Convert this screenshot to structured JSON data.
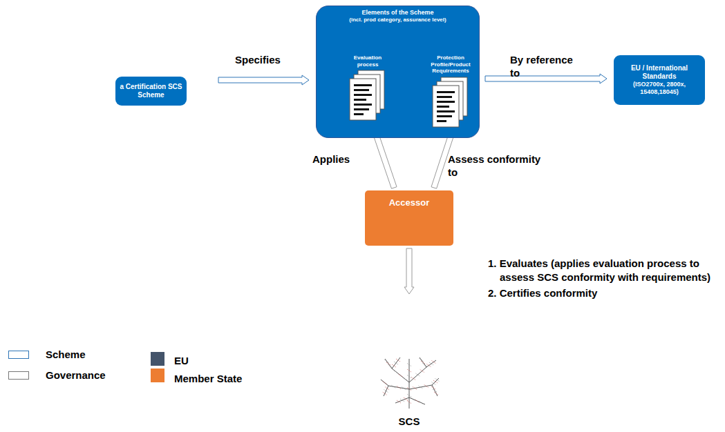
{
  "diagram": {
    "nodes": [
      {
        "text": [
          "a Certification SCS Scheme"
        ]
      },
      {
        "text": [
          "Elements of the Scheme",
          "(incl. prod category, assurance level)"
        ]
      },
      {
        "text": [
          "Evaluation process"
        ],
        "in": 1
      },
      {
        "text": [
          "Protection Profile/Product Requirements"
        ],
        "in": 1
      },
      {
        "text": [
          "EU / International Standards",
          "(ISO2700x, 2800x, 15408,18045)"
        ]
      },
      {
        "text": [
          "Accessor"
        ]
      },
      {
        "text": [
          "SCS"
        ]
      }
    ],
    "edges": [
      {
        "from": 0,
        "to": 1,
        "label": "Specifies",
        "arrow": "to"
      },
      {
        "from": 1,
        "to": 4,
        "label": "By reference to",
        "arrow": "to"
      },
      {
        "from": 5,
        "to": 2,
        "label": "Applies",
        "arrow": "none"
      },
      {
        "from": 5,
        "to": 3,
        "label": "Assess conformity to",
        "arrow": "none"
      },
      {
        "from": 5,
        "to": 6,
        "arrow": "to"
      }
    ],
    "labels": [
      "1. Evaluates  (applies evaluation process to assess SCS conformity with requirements)",
      "2. Certifies conformity"
    ],
    "legend": [
      {
        "text": "Scheme"
      },
      {
        "text": "Governance"
      },
      {
        "text": "EU",
        "color": "#44546a"
      },
      {
        "text": "Member State",
        "color": "#ed7d31"
      }
    ]
  }
}
